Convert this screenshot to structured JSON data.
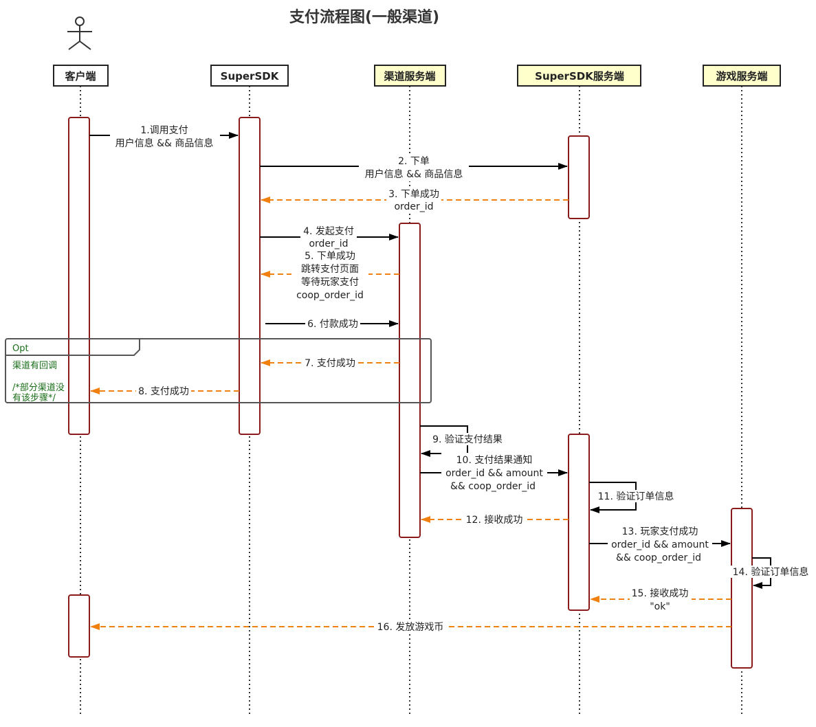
{
  "title": "支付流程图(一般渠道)",
  "participants": [
    {
      "id": "client",
      "label": "客户端",
      "fill": "#ffffff"
    },
    {
      "id": "sdk",
      "label": "SuperSDK",
      "fill": "#ffffff"
    },
    {
      "id": "channel",
      "label": "渠道服务端",
      "fill": "#ffffcc"
    },
    {
      "id": "sdkserver",
      "label": "SuperSDK服务端",
      "fill": "#ffffcc"
    },
    {
      "id": "game",
      "label": "游戏服务端",
      "fill": "#ffffcc"
    }
  ],
  "opt_frame": {
    "label": "Opt",
    "notes": [
      "渠道有回调",
      "/*部分渠道没",
      "有该步骤*/"
    ]
  },
  "messages": [
    {
      "id": "m1",
      "lines": [
        "1.调用支付",
        "用户信息 && 商品信息"
      ],
      "style": "solid"
    },
    {
      "id": "m2",
      "lines": [
        "2. 下单",
        "用户信息 && 商品信息"
      ],
      "style": "solid"
    },
    {
      "id": "m3",
      "lines": [
        "3. 下单成功",
        "order_id"
      ],
      "style": "dashed"
    },
    {
      "id": "m4",
      "lines": [
        "4. 发起支付",
        "order_id"
      ],
      "style": "solid"
    },
    {
      "id": "m5",
      "lines": [
        "5. 下单成功",
        "跳转支付页面",
        "等待玩家支付",
        "coop_order_id"
      ],
      "style": "dashed"
    },
    {
      "id": "m6",
      "lines": [
        "6. 付款成功"
      ],
      "style": "solid"
    },
    {
      "id": "m7",
      "lines": [
        "7. 支付成功"
      ],
      "style": "dashed"
    },
    {
      "id": "m8",
      "lines": [
        "8. 支付成功"
      ],
      "style": "dashed"
    },
    {
      "id": "m9",
      "lines": [
        "9. 验证支付结果"
      ],
      "style": "self"
    },
    {
      "id": "m10",
      "lines": [
        "10. 支付结果通知",
        "order_id && amount",
        "&& coop_order_id"
      ],
      "style": "solid"
    },
    {
      "id": "m11",
      "lines": [
        "11. 验证订单信息"
      ],
      "style": "self"
    },
    {
      "id": "m12",
      "lines": [
        "12. 接收成功"
      ],
      "style": "dashed"
    },
    {
      "id": "m13",
      "lines": [
        "13. 玩家支付成功",
        "order_id && amount",
        "&& coop_order_id"
      ],
      "style": "solid"
    },
    {
      "id": "m14",
      "lines": [
        "14. 验证订单信息"
      ],
      "style": "self"
    },
    {
      "id": "m15",
      "lines": [
        "15. 接收成功",
        "\"ok\""
      ],
      "style": "dashed"
    },
    {
      "id": "m16",
      "lines": [
        "16. 发放游戏币"
      ],
      "style": "dashed"
    }
  ],
  "colors": {
    "activation_border": "#8b1a1a",
    "solid_arrow": "#000000",
    "dashed_arrow": "#f08010",
    "lifeline": "#333333",
    "opt_text": "#1a6e1a",
    "opt_border": "#555555"
  }
}
